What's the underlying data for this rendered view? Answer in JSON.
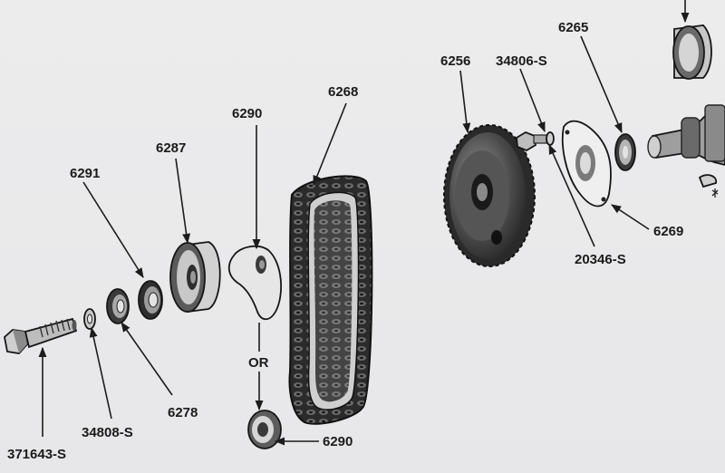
{
  "diagram": {
    "callouts": {
      "p6268": "6268",
      "p6290_top": "6290",
      "p6287": "6287",
      "p6291": "6291",
      "p6278": "6278",
      "p34808s": "34808-S",
      "p371643s": "371643-S",
      "p6290_bottom": "6290",
      "or_text": "OR",
      "p6256": "6256",
      "p34806s": "34806-S",
      "p6265": "6265",
      "p6269": "6269",
      "p20346s": "20346-S"
    }
  },
  "colors": {
    "ink": "#1b1b1b",
    "paper": "#e9e9ea",
    "part_fill": "#3a3a3a"
  }
}
